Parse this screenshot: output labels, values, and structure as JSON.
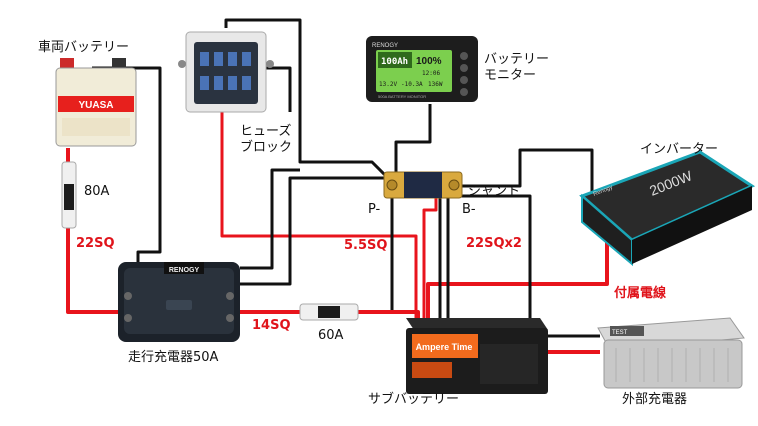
{
  "labels": {
    "vehicle_battery": "車両バッテリー",
    "fuse_block": "ヒューズ\nブロック",
    "battery_monitor": "バッテリー\nモニター",
    "inverter": "インバーター",
    "shunt": "シャント",
    "shunt_p": "P-",
    "shunt_b": "B-",
    "fuse_80a": "80A",
    "fuse_60a": "60A",
    "wire_22sq": "22SQ",
    "wire_5_5sq": "5.5SQ",
    "wire_22sqx2": "22SQx2",
    "wire_14sq": "14SQ",
    "included_wire": "付属電線",
    "dc_dc_charger": "走行充電器50A",
    "sub_battery": "サブバッテリー",
    "external_charger": "外部充電器"
  },
  "device_text": {
    "battery_brand": "YUASA",
    "charger_brand": "RENOGY",
    "monitor_brand": "RENOGY",
    "monitor_capacity": "100Ah",
    "monitor_percent": "100%",
    "monitor_time": "12:06",
    "monitor_voltage": "13.2V",
    "monitor_current": "-10.3A",
    "monitor_power": "136W",
    "monitor_model": "500A BATTERY MONITOR",
    "inverter_rating": "2000W",
    "inverter_brand": "Renogy",
    "sub_battery_brand": "Ampere Time",
    "ext_charger_brand": "TEST"
  },
  "colors": {
    "positive_wire": "#e8141c",
    "negative_wire": "#111111",
    "label_red": "#e0141b",
    "inverter_accent": "#1aa6b7",
    "battery_orange": "#f26b1d",
    "monitor_screen": "#7ccf4e"
  }
}
